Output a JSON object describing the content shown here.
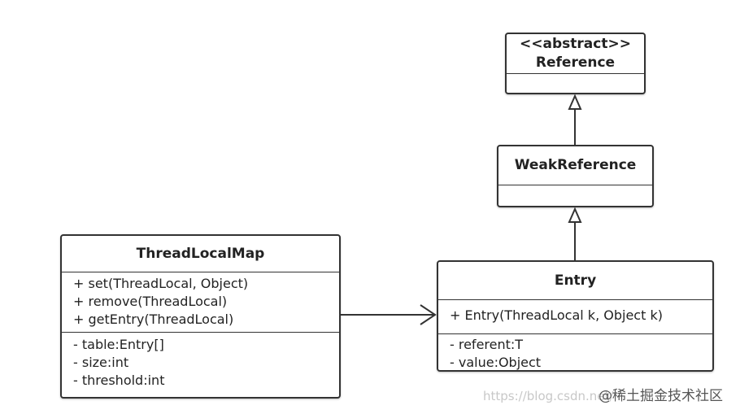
{
  "reference": {
    "stereotype": "<<abstract>>",
    "name": "Reference"
  },
  "weak_reference": {
    "name": "WeakReference"
  },
  "thread_local_map": {
    "name": "ThreadLocalMap",
    "methods": [
      "+ set(ThreadLocal, Object)",
      "+ remove(ThreadLocal)",
      "+ getEntry(ThreadLocal)"
    ],
    "fields": [
      "- table:Entry[]",
      "- size:int",
      "- threshold:int"
    ]
  },
  "entry": {
    "name": "Entry",
    "methods": [
      "+ Entry(ThreadLocal k, Object k)"
    ],
    "fields": [
      "- referent:T",
      "- value:Object"
    ]
  },
  "watermark": {
    "url": "https://blog.csdn.net/",
    "site": "@稀土掘金技术社区"
  }
}
